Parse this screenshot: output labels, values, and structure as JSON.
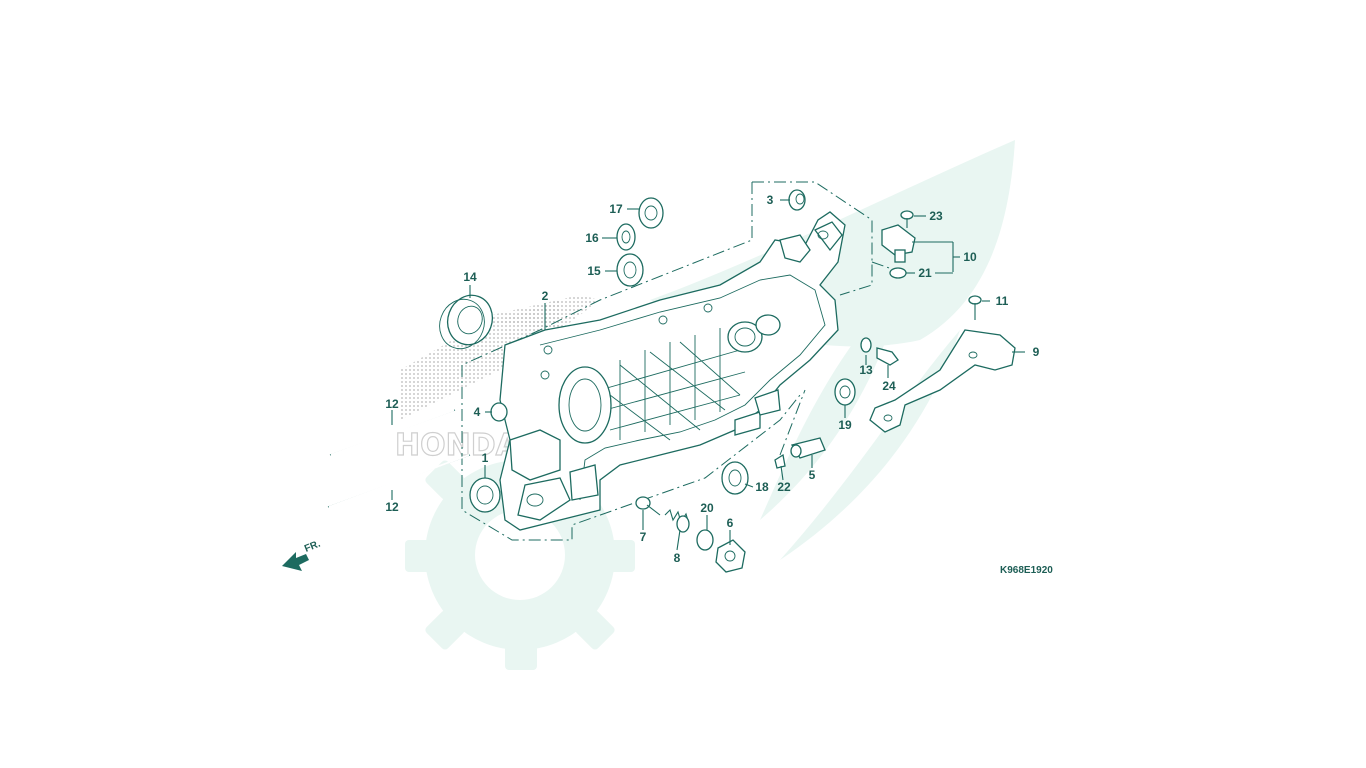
{
  "diagram": {
    "code": "K968E1920",
    "direction_label": "FR.",
    "brand_watermark_text": "HONDA",
    "callouts": [
      {
        "id": "c1",
        "label": "1"
      },
      {
        "id": "c2",
        "label": "2"
      },
      {
        "id": "c3",
        "label": "3"
      },
      {
        "id": "c4",
        "label": "4"
      },
      {
        "id": "c5",
        "label": "5"
      },
      {
        "id": "c6",
        "label": "6"
      },
      {
        "id": "c7",
        "label": "7"
      },
      {
        "id": "c8",
        "label": "8"
      },
      {
        "id": "c9",
        "label": "9"
      },
      {
        "id": "c10",
        "label": "10"
      },
      {
        "id": "c11",
        "label": "11"
      },
      {
        "id": "c12a",
        "label": "12"
      },
      {
        "id": "c12b",
        "label": "12"
      },
      {
        "id": "c13",
        "label": "13"
      },
      {
        "id": "c14",
        "label": "14"
      },
      {
        "id": "c15",
        "label": "15"
      },
      {
        "id": "c16",
        "label": "16"
      },
      {
        "id": "c17",
        "label": "17"
      },
      {
        "id": "c18",
        "label": "18"
      },
      {
        "id": "c19",
        "label": "19"
      },
      {
        "id": "c20",
        "label": "20"
      },
      {
        "id": "c21",
        "label": "21"
      },
      {
        "id": "c22",
        "label": "22"
      },
      {
        "id": "c23",
        "label": "23"
      },
      {
        "id": "c24",
        "label": "24"
      }
    ],
    "colors": {
      "line": "#1d6b60",
      "text": "#1d5e55",
      "watermark": "#e9f6f2",
      "dots": "#b9b9b9"
    }
  }
}
